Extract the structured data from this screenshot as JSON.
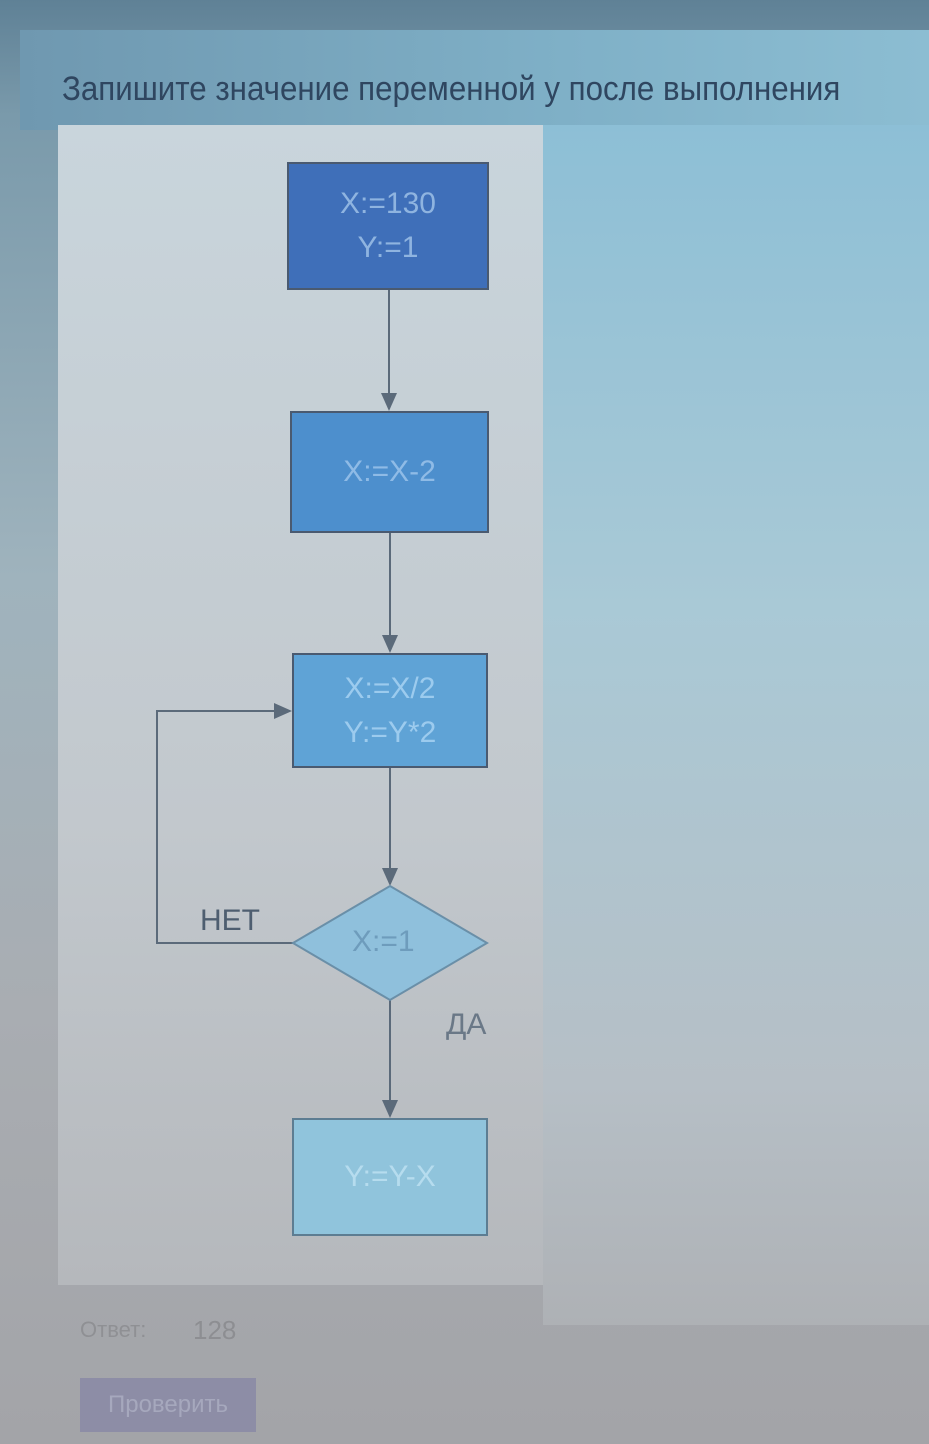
{
  "question": {
    "title": "Запишите значение переменной y после выполнения"
  },
  "flowchart": {
    "start_block": {
      "line1": "X:=130",
      "line2": "Y:=1"
    },
    "step1": {
      "line1": "X:=X-2"
    },
    "step2": {
      "line1": "X:=X/2",
      "line2": "Y:=Y*2"
    },
    "condition": {
      "text": "X:=1",
      "no_label": "НЕТ",
      "yes_label": "ДА"
    },
    "end_block": {
      "line1": "Y:=Y-X"
    }
  },
  "answer": {
    "label": "Ответ:",
    "value": "128"
  },
  "check_button": {
    "label": "Проверить"
  },
  "colors": {
    "box1": "#3f6fb9",
    "box2": "#4d8fcd",
    "box3": "#5fa3d6",
    "diamond": "#8fc0dc",
    "box5": "#90c4dc"
  }
}
